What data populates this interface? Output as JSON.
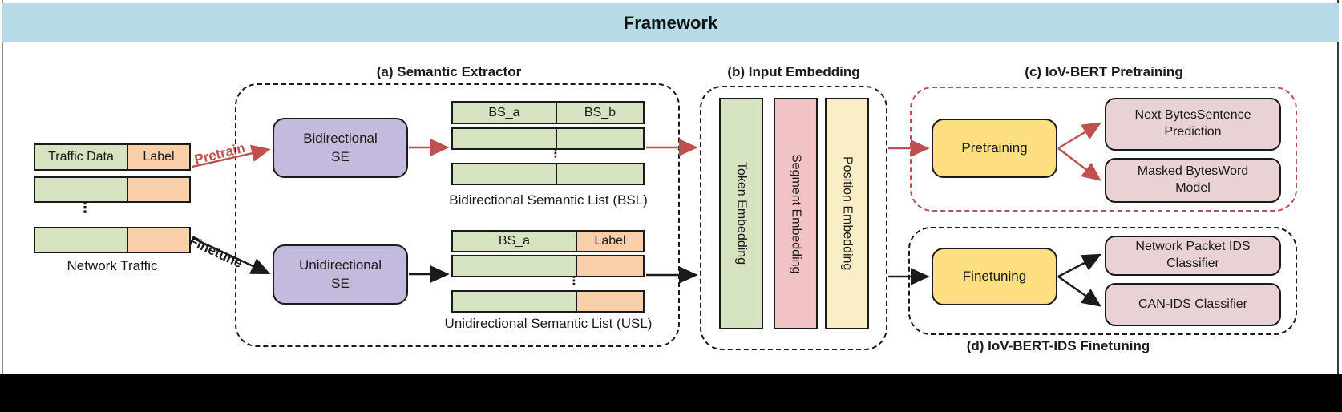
{
  "slide": {
    "title": "Framework"
  },
  "colors": {
    "header_bg": "#b7dbe6",
    "green": "#d6e3c0",
    "orange": "#f9cfa9",
    "purple": "#c4badd",
    "pink_bar": "#f2c3c5",
    "cream_bar": "#faeec7",
    "yellow": "#fbdf80",
    "pink_box": "#e9d2d4",
    "red_accent": "#c0504d",
    "ink": "#1a1a1a"
  },
  "glyphs": {
    "vertical_ellipsis": "⋮"
  },
  "network_traffic": {
    "caption": "Network Traffic",
    "header": {
      "traffic_data": "Traffic Data",
      "label": "Label"
    }
  },
  "edges": {
    "pretrain": "Pretrain",
    "finetune": "Finetune"
  },
  "semantic_extractor": {
    "title": "(a) Semantic Extractor",
    "bidirectional_se": {
      "line1": "Bidirectional",
      "line2": "SE"
    },
    "unidirectional_se": {
      "line1": "Unidirectional",
      "line2": "SE"
    },
    "bsl": {
      "col_a": "BS_a",
      "col_b": "BS_b",
      "caption": "Bidirectional Semantic List (BSL)"
    },
    "usl": {
      "col_a": "BS_a",
      "col_label": "Label",
      "caption": "Unidirectional Semantic List (USL)"
    }
  },
  "input_embedding": {
    "title": "(b) Input Embedding",
    "bars": [
      {
        "label": "Token Embedding"
      },
      {
        "label": "Segment Embedding"
      },
      {
        "label": "Position Embedding"
      }
    ]
  },
  "pretraining": {
    "title": "(c) IoV-BERT Pretraining",
    "main": "Pretraining",
    "tasks": [
      {
        "label": "Next BytesSentence Prediction"
      },
      {
        "label": "Masked BytesWord Model"
      }
    ]
  },
  "finetuning": {
    "title": "(d) IoV-BERT-IDS Finetuning",
    "main": "Finetuning",
    "tasks": [
      {
        "label": "Network Packet IDS Classifier"
      },
      {
        "label": "CAN-IDS Classifier"
      }
    ]
  }
}
